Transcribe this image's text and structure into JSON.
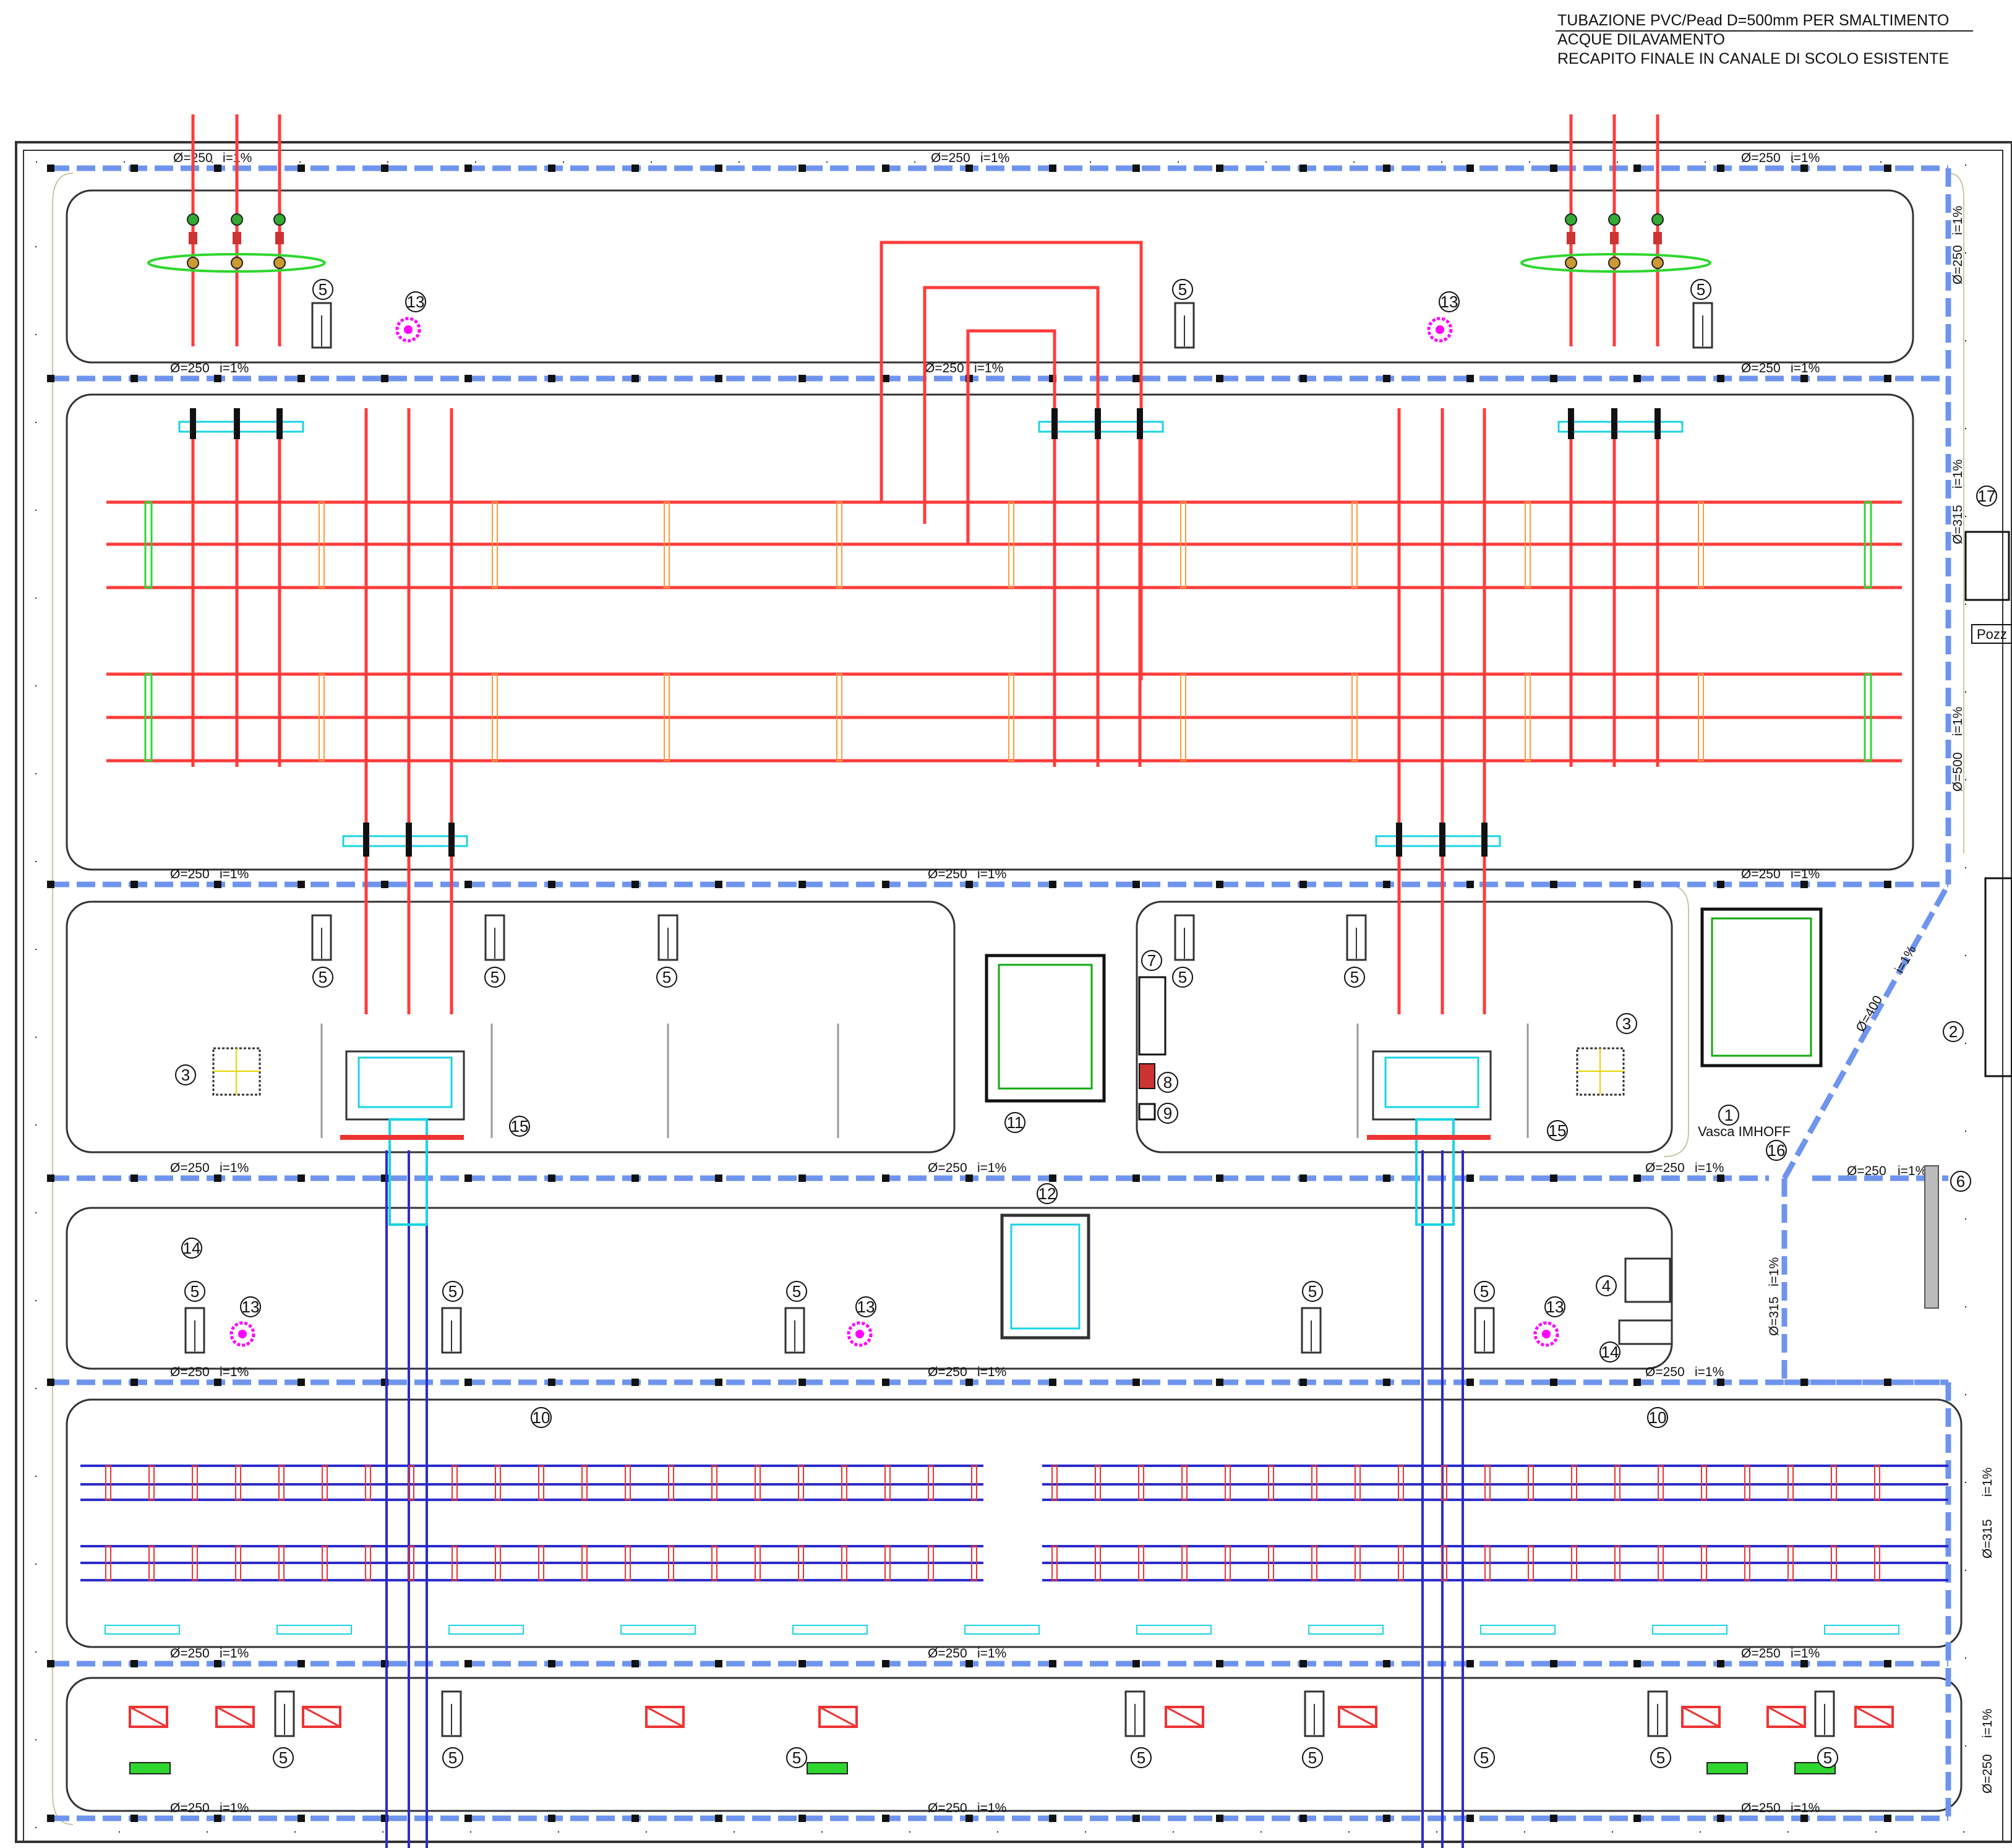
{
  "title_note": {
    "line1": "TUBAZIONE PVC/Pead D=500mm PER SMALTIMENTO",
    "line2": "ACQUE DILAVAMENTO",
    "line3": "RECAPITO FINALE IN CANALE DI SCOLO ESISTENTE"
  },
  "pipe_labels": {
    "d250": "Ø=250",
    "slope": "i=1%",
    "d315": "Ø=315",
    "d500": "Ø=500",
    "d400": "Ø=400"
  },
  "text_labels": {
    "vasca": "Vasca IMHOFF",
    "pozzetto": "Pozz"
  },
  "markers": {
    "m1": "1",
    "m2": "2",
    "m3": "3",
    "m4": "4",
    "m5": "5",
    "m6": "6",
    "m7": "7",
    "m8": "8",
    "m9": "9",
    "m10": "10",
    "m11": "11",
    "m12": "12",
    "m13": "13",
    "m14": "14",
    "m15": "15",
    "m16": "16",
    "m17": "17"
  },
  "colors": {
    "storm_pipe": "#6f94ee",
    "fire_main": "#ff3b3b",
    "water_main": "#2b2bcc",
    "cyan": "#19d4e6",
    "green": "#2fd62f",
    "magenta": "#ff00ff",
    "outline": "#333333"
  }
}
